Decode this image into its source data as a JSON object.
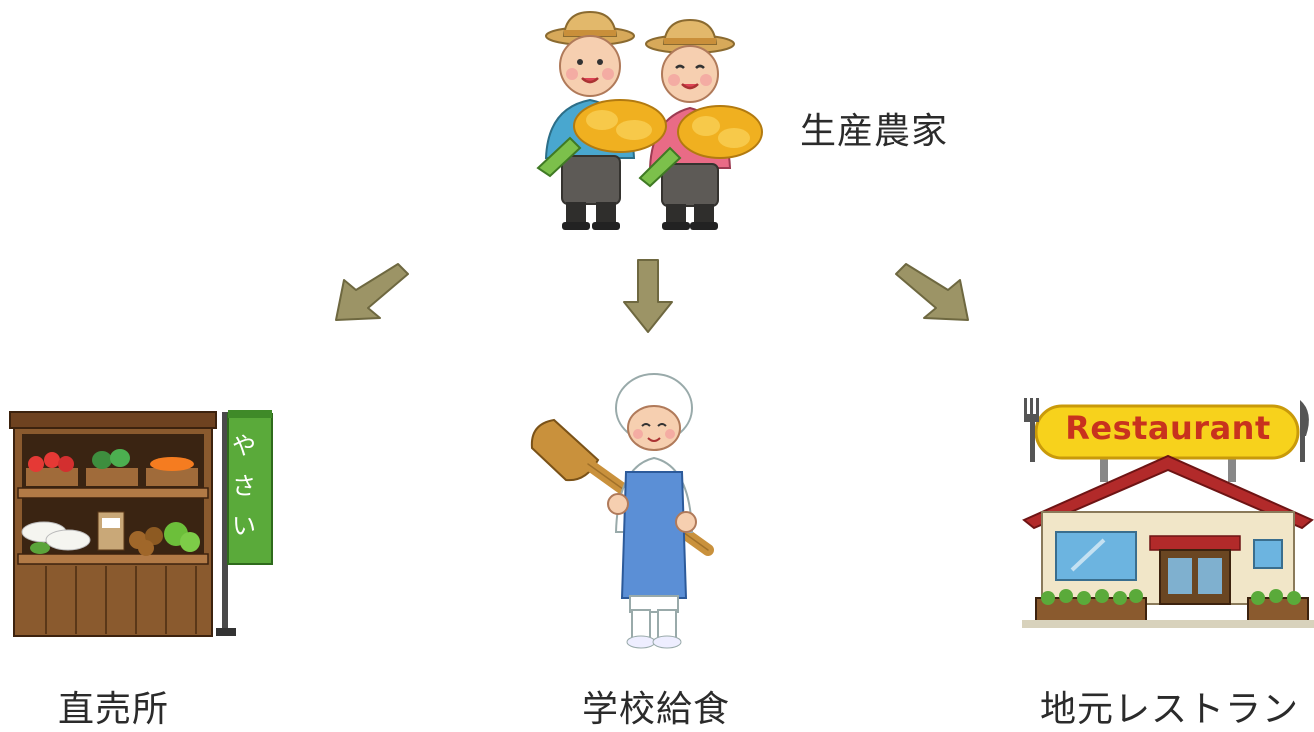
{
  "nodes": {
    "producer": {
      "label": "生産農家",
      "icon": "farmer-couple-icon"
    },
    "direct_shop": {
      "label": "直売所",
      "icon": "vegetable-stand-icon",
      "banner_text": "やさい"
    },
    "school_lunch": {
      "label": "学校給食",
      "icon": "lunch-cook-icon"
    },
    "restaurant": {
      "label": "地元レストラン",
      "icon": "restaurant-building-icon",
      "sign_text": "Restaurant"
    }
  },
  "colors": {
    "arrow": "#9c9466",
    "arrow_stroke": "#6e6840",
    "sign_yellow": "#f7d21c",
    "sign_red": "#c8321e",
    "roof": "#b22a2a",
    "apron": "#5b8fd6",
    "shirt_blue": "#49a7cf",
    "shirt_pink": "#e96b86",
    "rice": "#f0b020",
    "wood": "#8a5a2e"
  }
}
